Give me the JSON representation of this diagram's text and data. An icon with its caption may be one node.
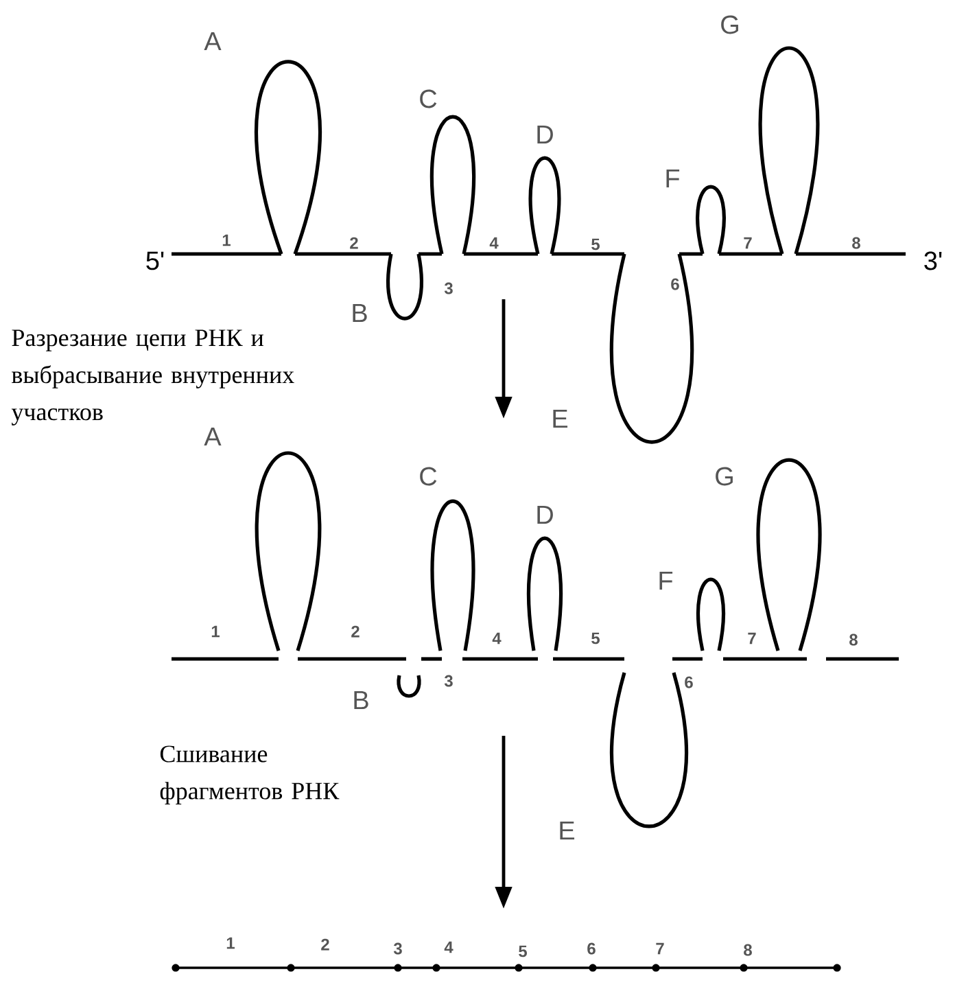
{
  "diagram": {
    "labels": [
      "A",
      "G",
      "C",
      "D",
      "F",
      "5'",
      "1",
      "2",
      "4",
      "5",
      "7",
      "8",
      "3'",
      "3",
      "6",
      "B",
      "Разрезание цепи РНК и выбрасывание внутренних участков",
      "E",
      "A",
      "C",
      "G",
      "D",
      "F",
      "1",
      "2",
      "4",
      "5",
      "7",
      "8",
      "3",
      "6",
      "B",
      "Сшивание фрагментов РНК",
      "E",
      "1",
      "2",
      "3",
      "4",
      "5",
      "6",
      "7",
      "8"
    ]
  }
}
